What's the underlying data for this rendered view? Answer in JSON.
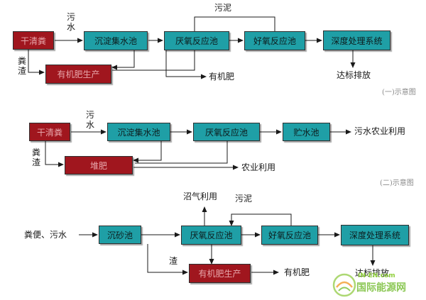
{
  "diagram1": {
    "dry_clean": "干清粪",
    "sediment_tank": "沉淀集水池",
    "anaerobic": "厌氧反应池",
    "aerobic": "好氧反应池",
    "deep_treatment": "深度处理系统",
    "fertilizer_production": "有机肥生产",
    "label_wastewater": "污水",
    "label_manure_residue": "粪渣",
    "label_sludge": "污泥",
    "label_organic_fertilizer": "有机肥",
    "label_discharge": "达标排放",
    "caption": "(一)示意图"
  },
  "diagram2": {
    "dry_clean": "干清粪",
    "sediment_tank": "沉淀集水池",
    "anaerobic": "厌氧反应池",
    "storage": "贮水池",
    "compost": "堆肥",
    "label_wastewater": "污水",
    "label_manure_residue": "粪渣",
    "label_agri_use_water": "污水农业利用",
    "label_agri_use": "农业利用",
    "caption": "(二)示意图"
  },
  "diagram3": {
    "grit_tank": "沉砂池",
    "anaerobic": "厌氧反应池",
    "aerobic": "好氧反应池",
    "deep_treatment": "深度处理系统",
    "fertilizer_production": "有机肥生产",
    "label_input": "粪便、污水",
    "label_biogas": "沼气利用",
    "label_sludge": "污泥",
    "label_residue": "渣",
    "label_organic_fertilizer": "有机肥",
    "label_discharge": "达标排放"
  },
  "watermark": {
    "site": "IN-EN.com",
    "name": "国际能源网"
  },
  "colors": {
    "process_box": "#1f9fa6",
    "source_box": "#a0161e",
    "line": "#1a1a1a"
  }
}
